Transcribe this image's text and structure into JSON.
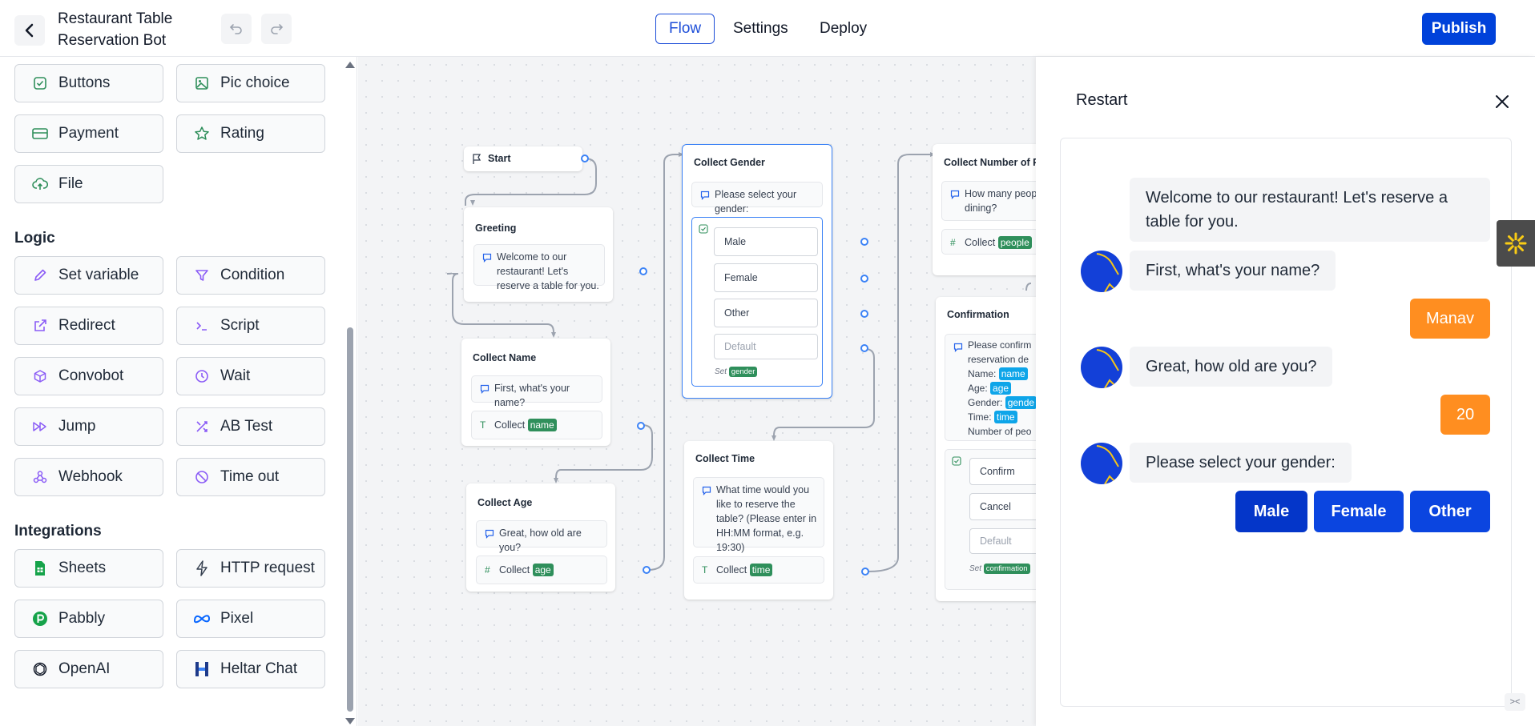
{
  "header": {
    "title": "Restaurant Table Reservation Bot",
    "tabs": [
      "Flow",
      "Settings",
      "Deploy"
    ],
    "publish_label": "Publish"
  },
  "sidebar": {
    "bubbles_partial": [
      {
        "label": "Buttons",
        "icon": "checkbox-icon"
      },
      {
        "label": "Pic choice",
        "icon": "image-icon"
      },
      {
        "label": "Payment",
        "icon": "credit-card-icon"
      },
      {
        "label": "Rating",
        "icon": "star-icon"
      },
      {
        "label": "File",
        "icon": "upload-cloud-icon"
      }
    ],
    "logic_title": "Logic",
    "logic": [
      {
        "label": "Set variable",
        "icon": "pencil-icon"
      },
      {
        "label": "Condition",
        "icon": "filter-icon"
      },
      {
        "label": "Redirect",
        "icon": "external-link-icon"
      },
      {
        "label": "Script",
        "icon": "terminal-icon"
      },
      {
        "label": "Convobot",
        "icon": "cube-icon"
      },
      {
        "label": "Wait",
        "icon": "clock-icon"
      },
      {
        "label": "Jump",
        "icon": "fast-forward-icon"
      },
      {
        "label": "AB Test",
        "icon": "shuffle-icon"
      },
      {
        "label": "Webhook",
        "icon": "webhook-icon"
      },
      {
        "label": "Time out",
        "icon": "timer-off-icon"
      }
    ],
    "integrations_title": "Integrations",
    "integrations": [
      {
        "label": "Sheets",
        "icon": "sheets-icon"
      },
      {
        "label": "HTTP request",
        "icon": "lightning-icon"
      },
      {
        "label": "Pabbly",
        "icon": "pabbly-icon"
      },
      {
        "label": "Pixel",
        "icon": "meta-icon"
      },
      {
        "label": "OpenAI",
        "icon": "openai-icon"
      },
      {
        "label": "Heltar Chat",
        "icon": "heltar-icon"
      }
    ]
  },
  "canvas": {
    "start": "Start",
    "greeting": {
      "title": "Greeting",
      "text": "Welcome to our restaurant! Let's reserve a table for you."
    },
    "collect_name": {
      "title": "Collect Name",
      "text": "First, what's your name?",
      "collect": "Collect",
      "var": "name"
    },
    "collect_age": {
      "title": "Collect Age",
      "text": "Great, how old are you?",
      "collect": "Collect",
      "var": "age"
    },
    "collect_gender": {
      "title": "Collect Gender",
      "text": "Please select your gender:",
      "choices": [
        "Male",
        "Female",
        "Other"
      ],
      "default": "Default",
      "set": "Set",
      "var": "gender"
    },
    "collect_time": {
      "title": "Collect Time",
      "text": "What time would you like to reserve the table? (Please enter in HH:MM format, e.g. 19:30)",
      "collect": "Collect",
      "var": "time"
    },
    "collect_people": {
      "title": "Collect Number of P",
      "text_l1": "How many peop",
      "text_l2": "dining?",
      "collect": "Collect",
      "var": "people"
    },
    "confirmation": {
      "title": "Confirmation",
      "l1": "Please confirm",
      "l2": "reservation de",
      "name_label": "Name:",
      "name_var": "name",
      "age_label": "Age:",
      "age_var": "age",
      "gender_label": "Gender:",
      "gender_var": "gende",
      "time_label": "Time:",
      "time_var": "time",
      "people_label": "Number of peo",
      "choices": [
        "Confirm",
        "Cancel"
      ],
      "default": "Default",
      "set": "Set",
      "var": "confirmation"
    }
  },
  "preview": {
    "restart_label": "Restart",
    "welcome": "Welcome to our restaurant! Let's reserve a table for you.",
    "q_name": "First, what's your name?",
    "a_name": "Manav",
    "q_age": "Great, how old are you?",
    "a_age": "20",
    "q_gender": "Please select your gender:",
    "choices": [
      "Male",
      "Female",
      "Other"
    ]
  },
  "colors": {
    "brand": "#0042da",
    "user_bubble": "#ff8e20",
    "tag_green": "#2f8f5b",
    "tag_blue": "#0ea5e9"
  }
}
